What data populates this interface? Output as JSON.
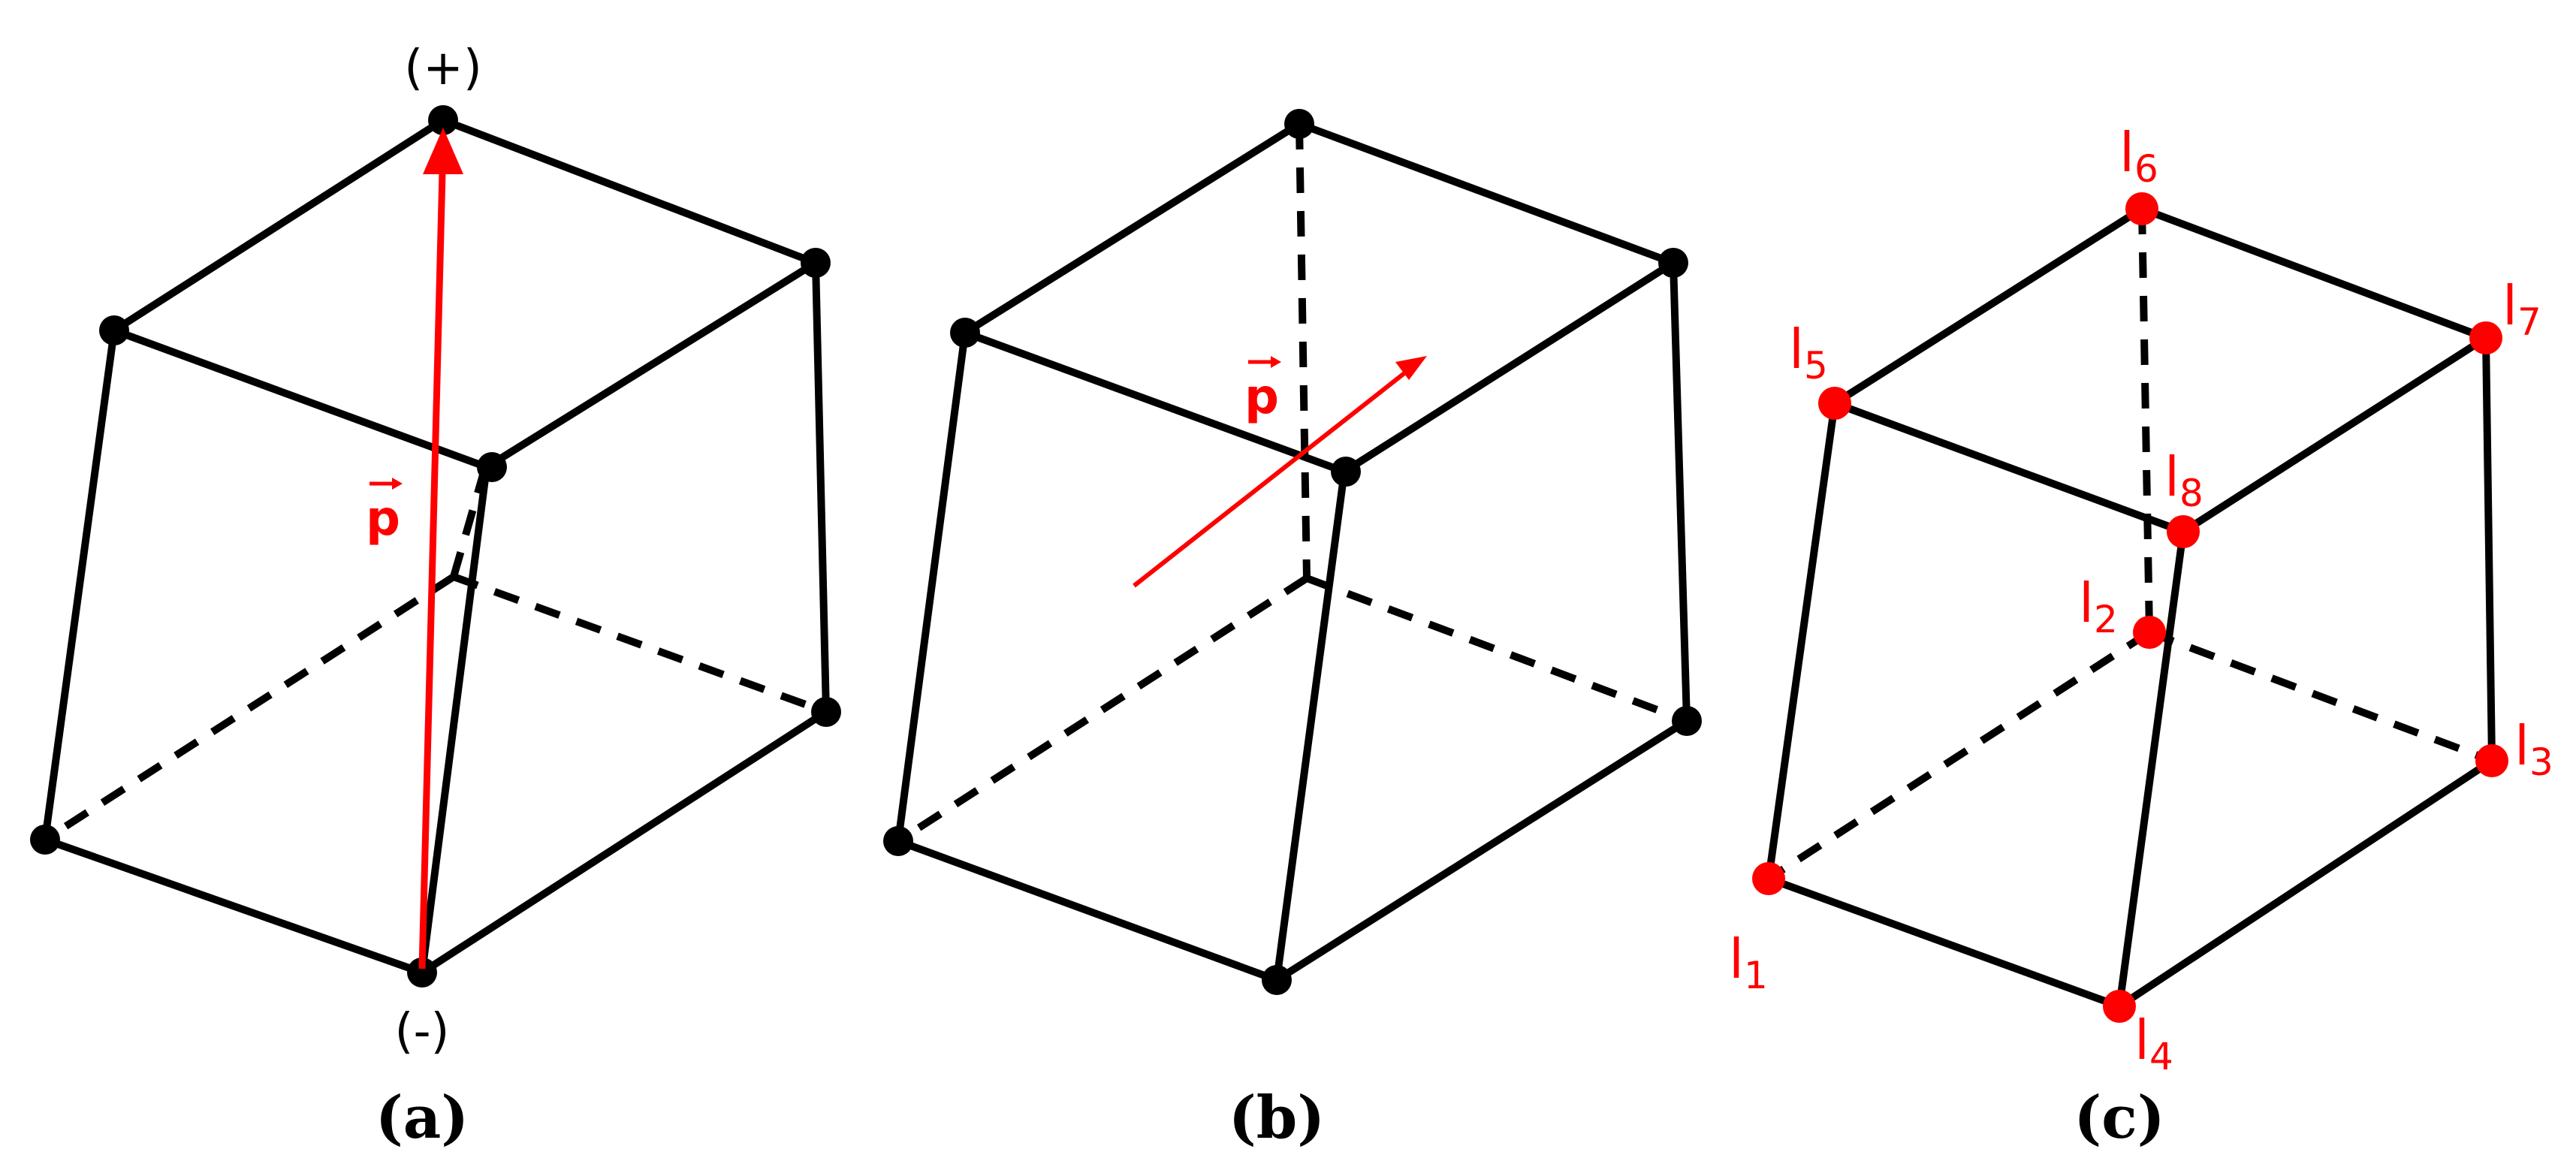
{
  "panels": [
    {
      "caption": "(a)",
      "polarity_top": "(+)",
      "polarity_bottom": "(-)",
      "vector_label": "p"
    },
    {
      "caption": "(b)",
      "vector_label": "p"
    },
    {
      "caption": "(c)",
      "node_labels": [
        {
          "letter": "l",
          "sub": "1"
        },
        {
          "letter": "l",
          "sub": "2"
        },
        {
          "letter": "l",
          "sub": "3"
        },
        {
          "letter": "l",
          "sub": "4"
        },
        {
          "letter": "l",
          "sub": "5"
        },
        {
          "letter": "l",
          "sub": "6"
        },
        {
          "letter": "l",
          "sub": "7"
        },
        {
          "letter": "l",
          "sub": "8"
        }
      ]
    }
  ],
  "colors": {
    "edge": "#000000",
    "vertex_black": "#000000",
    "vertex_red": "#ff0000",
    "vector": "#ff0000"
  }
}
